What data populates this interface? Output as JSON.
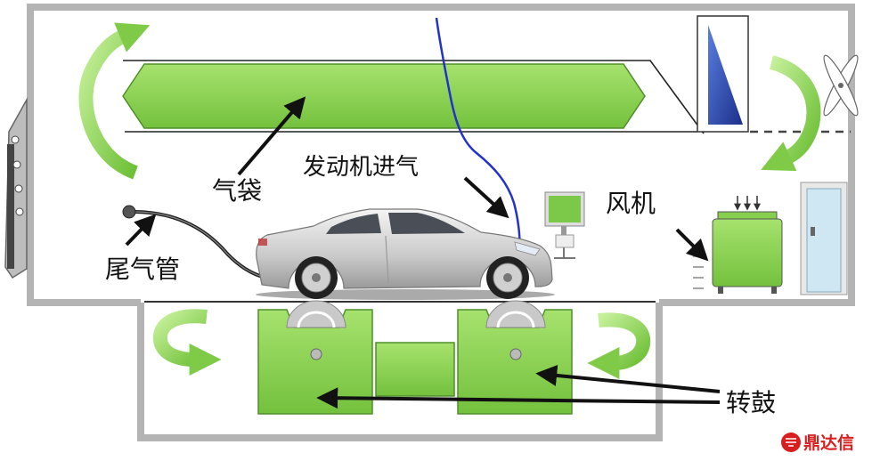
{
  "labels": {
    "airbag": "气袋",
    "engine_intake": "发动机进气",
    "blower": "风机",
    "exhaust_pipe": "尾气管",
    "dynamometer": "转鼓"
  },
  "watermark": {
    "text": "鼎达信"
  },
  "colors": {
    "green": "#86cf4e",
    "wall": "#b4b4b4",
    "blue": "#2846b8",
    "pointer": "#111111",
    "watermark": "#d81e1e",
    "door_glass": "#cfe7f2"
  },
  "icons": [
    "fan-icon",
    "monitor-icon",
    "car",
    "door"
  ]
}
